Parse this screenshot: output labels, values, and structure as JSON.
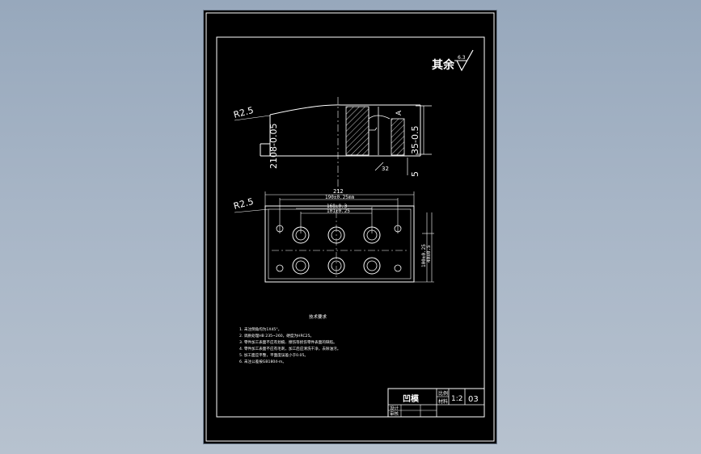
{
  "sheet": {
    "roughness": {
      "prefix": "其余",
      "value": "6.3"
    },
    "front_view": {
      "radius": "R2.5",
      "height_left": "2108-0.05",
      "height_right": "35-0.5",
      "step": "5",
      "depth_marker": "32",
      "top_mark": "A"
    },
    "plan_view": {
      "radius": "R2.5",
      "dim_overall": "212",
      "dim_hole_span": "190±0.25mm",
      "dim_bore_span_1": "168±0.3",
      "dim_bore_span_2": "101±0.25",
      "dim_side_1": "100±0.25",
      "dim_side_2": "40±0.5"
    },
    "notes": {
      "heading": "技术要求",
      "items": [
        "1. 未注倒角均为1X45°。",
        "2. 调质处理HB 235~260，硬度为HRC25。",
        "3. 零件加工表面不应有划痕、擦伤等损伤零件表面的缺陷。",
        "4. 零件加工表面不应有毛刺，加工后应清洗干净，去除油污。",
        "5. 加工面应平整，平面度误差小于0.05。",
        "6. 未注公差按GB1804-m。"
      ]
    },
    "title_block": {
      "part_name": "凹模",
      "scale_label": "比例",
      "material_label": "材料",
      "scale_value": "1:2",
      "sheet_number": "03",
      "designer_label": "设计",
      "checker_label": "审核"
    }
  }
}
